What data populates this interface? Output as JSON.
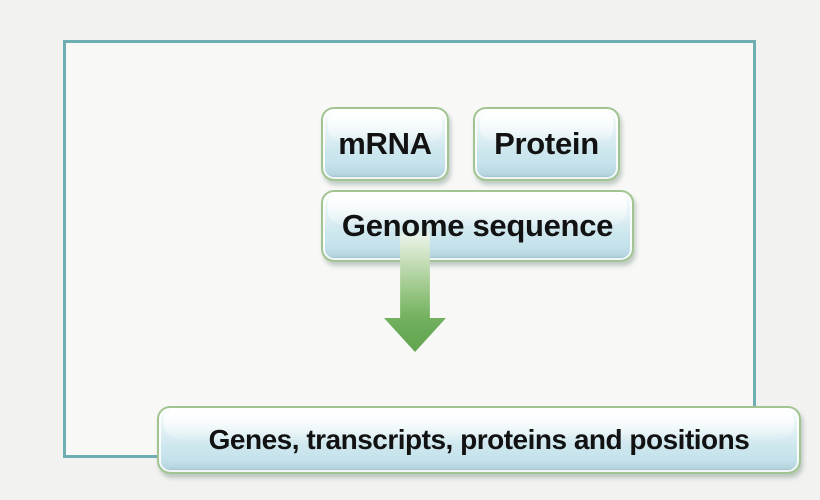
{
  "diagram": {
    "boxes": {
      "mrna": {
        "label": "mRNA"
      },
      "protein": {
        "label": "Protein"
      },
      "genome": {
        "label": "Genome sequence"
      },
      "output": {
        "label": "Genes, transcripts, proteins and positions"
      }
    },
    "arrow": {
      "name": "down-arrow",
      "direction": "down"
    },
    "colors": {
      "frame_border": "#6fafb1",
      "box_border": "#a2c492",
      "box_fill_top": "#ffffff",
      "box_fill_bottom": "#b4d4de",
      "arrow_green": "#63a551",
      "text": "#121212",
      "outer_background": "#f2f2f1",
      "inner_background": "#f8f8f7"
    }
  }
}
